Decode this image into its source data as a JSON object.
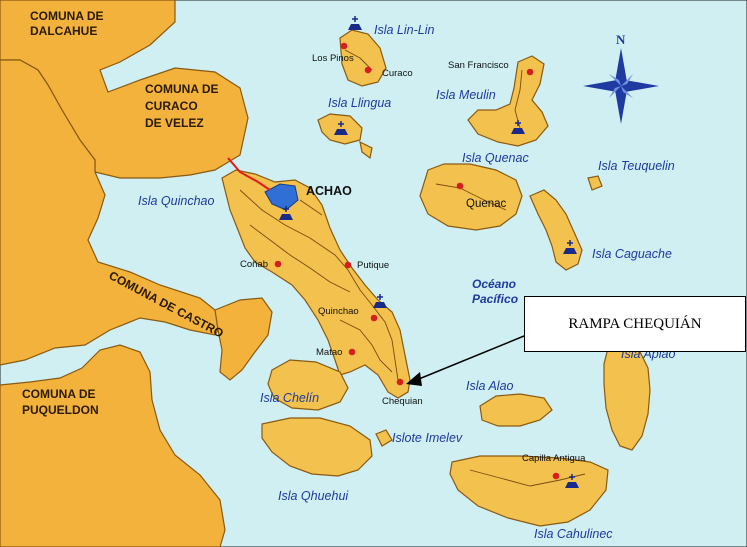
{
  "colors": {
    "sea": "#CFEFF2",
    "land": "#F2C14E",
    "mainland": "#F2B23C",
    "town_dot": "#d62020",
    "church_icon": "#1a2a8a",
    "lake": "#2f6fd6",
    "compass": "#1f3aa0"
  },
  "comunas": {
    "dalcahue_l1": "COMUNA DE",
    "dalcahue_l2": "DALCAHUE",
    "curaco_l1": "COMUNA DE",
    "curaco_l2": "CURACO",
    "curaco_l3": "DE VELEZ",
    "castro": "COMUNA DE CASTRO",
    "puqueldon_l1": "COMUNA DE",
    "puqueldon_l2": "PUQUELDON"
  },
  "islands": {
    "lin_lin": "Isla Lin-Lin",
    "llingua": "Isla Llingua",
    "meulin": "Isla Meulin",
    "quenac": "Isla Quenac",
    "teuquelin": "Isla Teuquelin",
    "caguache": "Isla Caguache",
    "quinchao": "Isla Quinchao",
    "apiao": "Isla Apiao",
    "alao": "Isla Alao",
    "chelin": "Isla Chelín",
    "imelev": "Islote Imelev",
    "quehui": "Isla Qhuehui",
    "cahuache": "Isla Cahulinec"
  },
  "towns": {
    "los_pinos": "Los Pinos",
    "curaco": "Curaco",
    "san_francisco": "San Francisco",
    "quenac": "Quenac",
    "achao": "ACHAO",
    "conab": "Coñab",
    "putique": "Putique",
    "quinchao": "Quinchao",
    "matao": "Matao",
    "chequian": "Chequian",
    "capilla_antigua": "Capilla Antigua"
  },
  "ocean": {
    "line1": "Océano",
    "line2": "Pacífico"
  },
  "compass": {
    "north": "N"
  },
  "callout": {
    "label": "RAMPA CHEQUIÁN"
  },
  "icons": [
    "church-icon",
    "compass-rose-icon",
    "town-dot",
    "callout-arrow"
  ]
}
